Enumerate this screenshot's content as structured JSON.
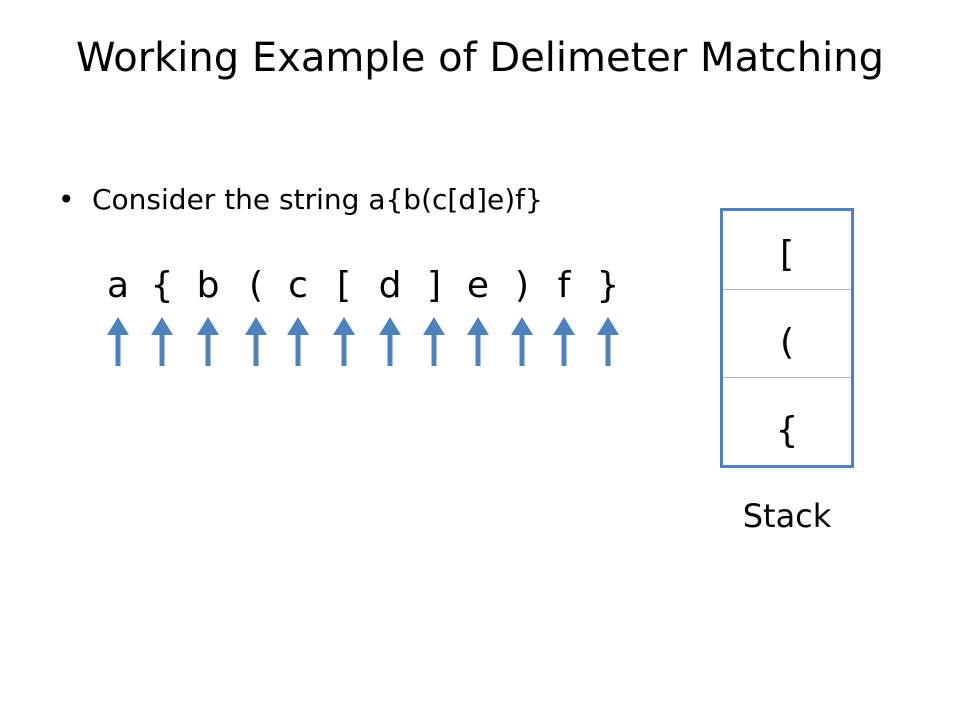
{
  "title": "Working Example of Delimeter Matching",
  "bullet": "Consider the string a{b(c[d]e)f}",
  "characters": [
    "a",
    "{",
    "b",
    "(",
    "c",
    "[",
    "d",
    "]",
    "e",
    ")",
    "f",
    "}"
  ],
  "arrow_count": 12,
  "stack": {
    "items_top_to_bottom": [
      "[",
      "(",
      "{"
    ],
    "label": "Stack"
  },
  "colors": {
    "arrow": "#4f81bd",
    "stack_border": "#4f81bd"
  }
}
